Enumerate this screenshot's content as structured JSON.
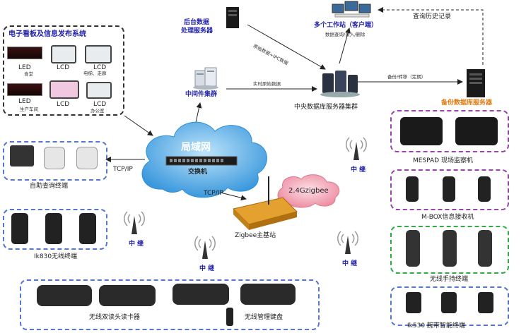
{
  "labels": {
    "backend_server": "后台数据",
    "backend_server_2": "处理服务器",
    "workstations": "多个工作站（客户端）",
    "workstations_ops": "数据查询/录入/删除",
    "query_history": "查询历史记录",
    "raw_data_ipc": "原始数据+IPC数据",
    "middleware": "中间件集群",
    "realtime_data": "实时原始数据",
    "central_db": "中央数据库服务器集群",
    "backup_transfer": "备份/转移（定期）",
    "backup_server": "备份数据库服务器",
    "lan": "局域网",
    "switch": "交换机",
    "tcpip_left": "TCP/IP",
    "tcpip_center": "TCP/IP",
    "zigbee": "2.4Gzigbee",
    "zigbee_station": "Zigbee主基站",
    "relay": "中  继",
    "display_box_title": "电子看板及信息发布系统",
    "self_query": "自助查询终端",
    "ik830": "Ik830无线终端",
    "dual_reader": "无线双读头读卡器",
    "wireless_keyboard": "无线管理键盘",
    "mespad": "MESPAD 现场监察机",
    "mbox": "M-BOX信息接收机",
    "handheld": "无线手持终端",
    "ik530": "Ik530  腕带智能终端"
  },
  "displays": [
    {
      "label": "LED",
      "sub": "食堂"
    },
    {
      "label": "LCD",
      "sub": ""
    },
    {
      "label": "LCD",
      "sub": "电梯、走廊"
    },
    {
      "label": "LED",
      "sub": "生产车间"
    },
    {
      "label": "LCD",
      "sub": ""
    },
    {
      "label": "LCD",
      "sub": "办公室"
    }
  ],
  "colors": {
    "title_blue": "#2222aa",
    "backup_orange": "#e07a10",
    "box_black": "#333333",
    "box_blue": "#5577cc",
    "box_purple": "#9944aa",
    "box_green": "#33aa44",
    "cloud_blue": "#4aa3df",
    "zigbee_pink": "#f0a0b0"
  }
}
